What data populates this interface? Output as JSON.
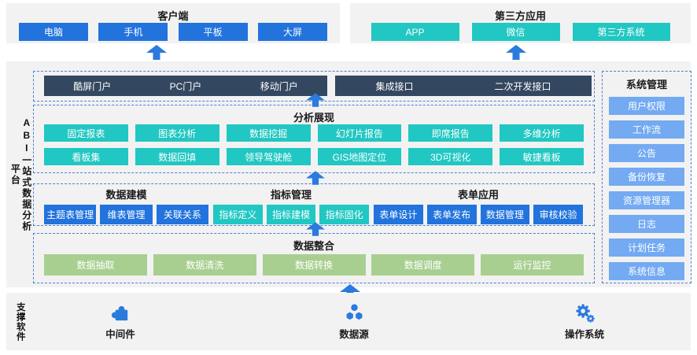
{
  "colors": {
    "accent_blue": "#2273dc",
    "teal": "#21c7c2",
    "navy": "#334760",
    "light_blue": "#73aaf2",
    "green": "#a8cf90",
    "dashed_border": "#4d7fd6",
    "section_bg": "#f2f2f2",
    "arrow_blue": "#2b7add"
  },
  "client": {
    "title": "客户端",
    "items": [
      "电脑",
      "手机",
      "平板",
      "大屏"
    ]
  },
  "third_party": {
    "title": "第三方应用",
    "items": [
      "APP",
      "微信",
      "第三方系统"
    ]
  },
  "platform": {
    "vertical_title_suffix": "平台",
    "vertical_title_main": "ABI一站式数据分析",
    "portals": {
      "bar1": [
        "酷屏门户",
        "PC门户",
        "移动门户"
      ],
      "bar2": [
        "集成接口",
        "二次开发接口"
      ]
    },
    "analysis": {
      "title": "分析展现",
      "row1": [
        "固定报表",
        "图表分析",
        "数据挖掘",
        "幻灯片报告",
        "即席报告",
        "多维分析"
      ],
      "row2": [
        "看板集",
        "数据回填",
        "领导驾驶舱",
        "GIS地图定位",
        "3D可视化",
        "敏捷看板"
      ]
    },
    "modeling": {
      "title": "数据建模",
      "items": [
        "主题表管理",
        "维表管理",
        "关联关系"
      ]
    },
    "indicators": {
      "title": "指标管理",
      "items": [
        "指标定义",
        "指标建模",
        "指标固化"
      ]
    },
    "forms": {
      "title": "表单应用",
      "items": [
        "表单设计",
        "表单发布",
        "数据管理",
        "审核校验"
      ]
    },
    "integration": {
      "title": "数据整合",
      "items": [
        "数据抽取",
        "数据清洗",
        "数据转换",
        "数据调度",
        "运行监控"
      ]
    },
    "system": {
      "title": "系统管理",
      "items": [
        "用户权限",
        "工作流",
        "公告",
        "备份恢复",
        "资源管理器",
        "日志",
        "计划任务",
        "系统信息"
      ]
    }
  },
  "support": {
    "title": "支撑软件",
    "items": [
      {
        "label": "中间件",
        "icon": "puzzle-icon"
      },
      {
        "label": "数据源",
        "icon": "data-source-icon"
      },
      {
        "label": "操作系统",
        "icon": "gears-icon"
      }
    ]
  }
}
